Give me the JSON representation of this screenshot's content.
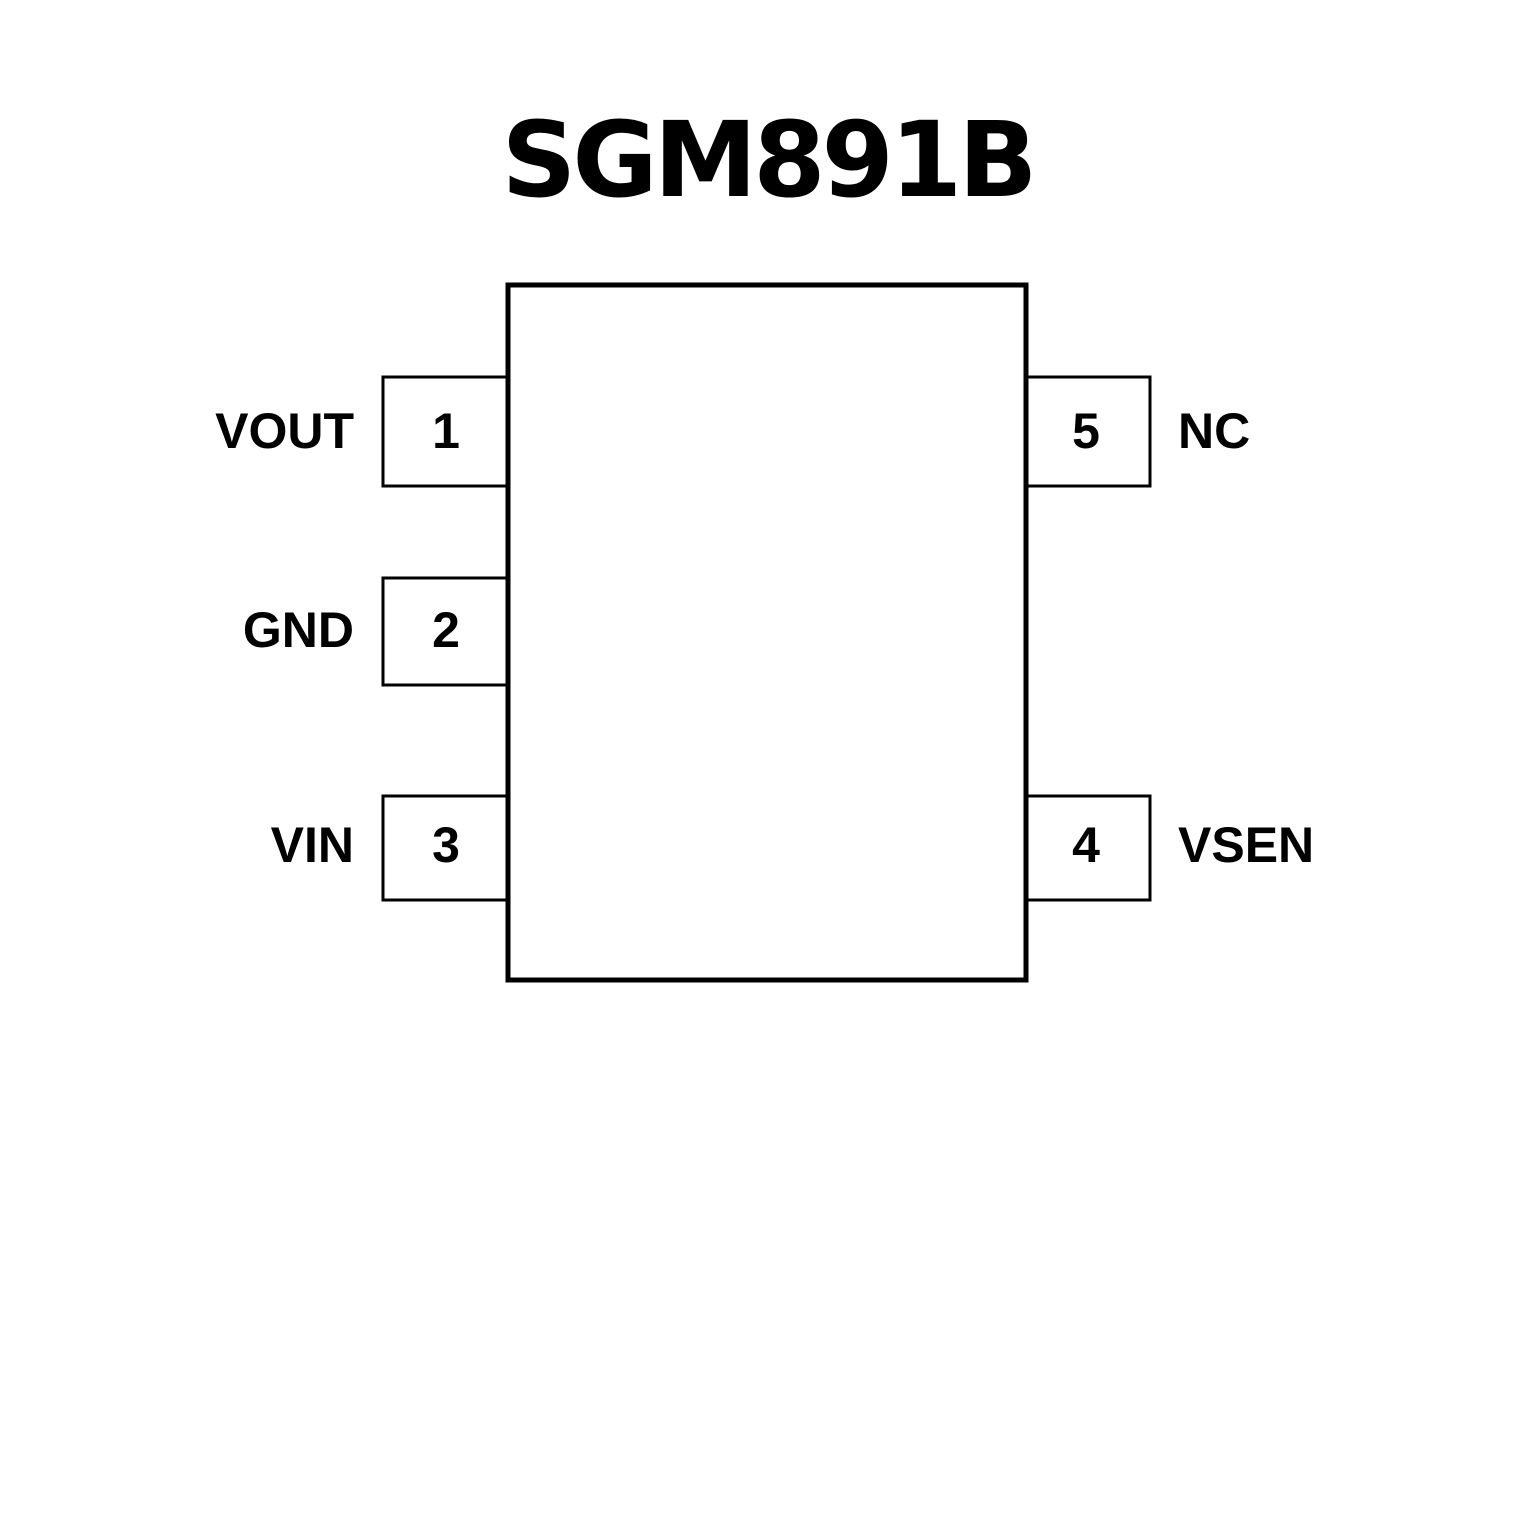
{
  "title": "SGM891B",
  "pins_left": [
    {
      "number": "1",
      "name": "VOUT"
    },
    {
      "number": "2",
      "name": "GND"
    },
    {
      "number": "3",
      "name": "VIN"
    }
  ],
  "pins_right": [
    {
      "number": "5",
      "name": "NC"
    },
    {
      "number": "4",
      "name": "VSEN"
    }
  ],
  "colors": {
    "stroke": "#000000",
    "background": "#ffffff"
  }
}
